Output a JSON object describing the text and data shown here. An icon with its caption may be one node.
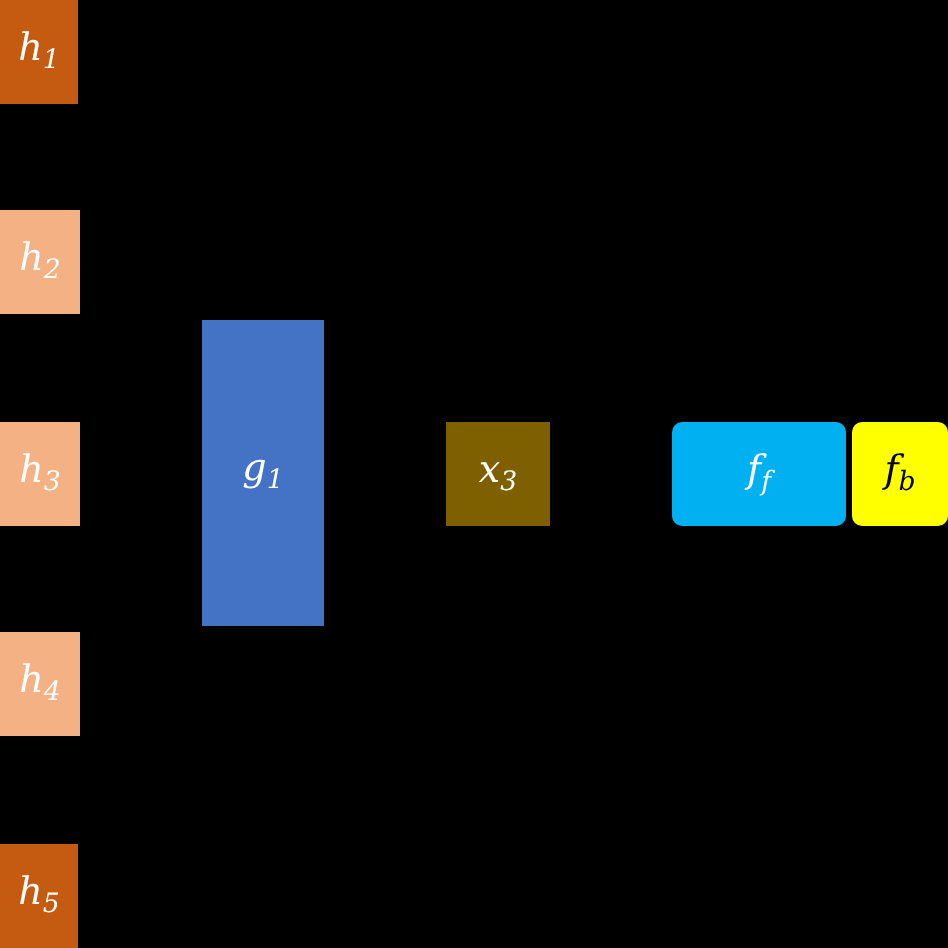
{
  "diagram": {
    "nodes": [
      {
        "text": [
          "h$_{1}$"
        ]
      },
      {
        "text": [
          "h$_{2}$"
        ]
      },
      {
        "text": [
          "h$_{3}$"
        ]
      },
      {
        "text": [
          "h$_{4}$"
        ]
      },
      {
        "text": [
          "h$_{5}$"
        ]
      },
      {
        "text": [
          "g$_{1}$"
        ]
      },
      {
        "text": [
          "x$_{3}$"
        ]
      },
      {
        "text": [
          "f$_{f}$"
        ]
      },
      {
        "text": [
          "f$_{b}$"
        ]
      }
    ]
  }
}
